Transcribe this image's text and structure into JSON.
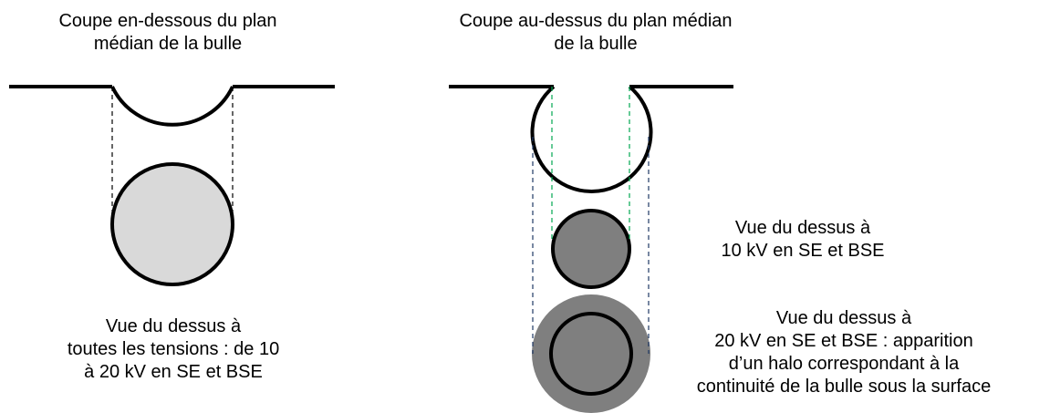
{
  "left": {
    "title": [
      "Coupe  en-dessous du  plan",
      "médian de la bulle"
    ],
    "caption": [
      "Vue du dessus à",
      "toutes les tensions : de 10",
      "à 20 kV en SE et BSE"
    ]
  },
  "right": {
    "title": [
      "Coupe au-dessus du plan médian",
      "de la bulle"
    ],
    "caption_10kv": [
      "Vue du dessus à",
      "10 kV en SE et BSE"
    ],
    "caption_20kv": [
      "Vue du dessus à",
      "20 kV  en SE et BSE : apparition",
      "d’un halo correspondant à la",
      "continuité de la bulle sous la surface"
    ]
  },
  "colors": {
    "line": "#000000",
    "light_fill": "#d9d9d9",
    "dark_fill": "#7f7f7f",
    "dash_black": "#000000",
    "dash_green": "#00a651",
    "dash_blue": "#1f3864"
  }
}
